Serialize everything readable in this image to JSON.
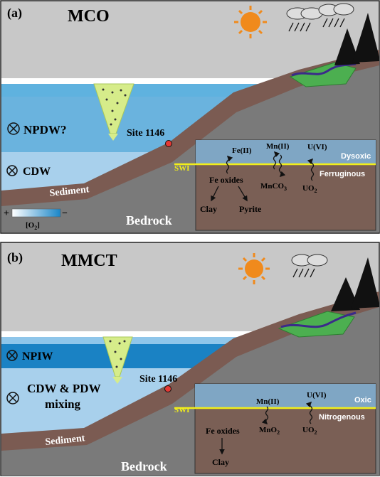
{
  "panel_a": {
    "label": "(a)",
    "title": "MCO",
    "water_masses": [
      "NPDW?",
      "CDW"
    ],
    "site": "Site 1146",
    "sediment": "Sediment",
    "bedrock": "Bedrock",
    "legend": {
      "plus": "+",
      "minus": "−",
      "label": "[O2]"
    },
    "inset": {
      "swi": "SWI",
      "upper_zone": "Dysoxic",
      "lower_zone": "Ferruginous",
      "species": [
        "Fe(II)",
        "Mn(II)",
        "U(VI)"
      ],
      "fe_oxides": "Fe oxides",
      "products": [
        "MnCO3",
        "UO2",
        "Clay",
        "Pyrite"
      ]
    }
  },
  "panel_b": {
    "label": "(b)",
    "title": "MMCT",
    "water_masses": [
      "NPIW",
      "CDW & PDW",
      "mixing"
    ],
    "site": "Site 1146",
    "sediment": "Sediment",
    "bedrock": "Bedrock",
    "inset": {
      "swi": "SWI",
      "upper_zone": "Oxic",
      "lower_zone": "Nitrogenous",
      "species": [
        "Mn(II)",
        "U(VI)"
      ],
      "fe_oxides": "Fe oxides",
      "products": [
        "MnO2",
        "UO2",
        "Clay"
      ]
    }
  },
  "colors": {
    "sky": "#c9c9c9",
    "bedrock": "#7a7a7a",
    "sediment": "#7b5b52",
    "water_top": "#3aa0d6",
    "water_deep": "#9cc9e8",
    "swi_line": "#f2ee1a",
    "sun": "#f08a1c"
  }
}
